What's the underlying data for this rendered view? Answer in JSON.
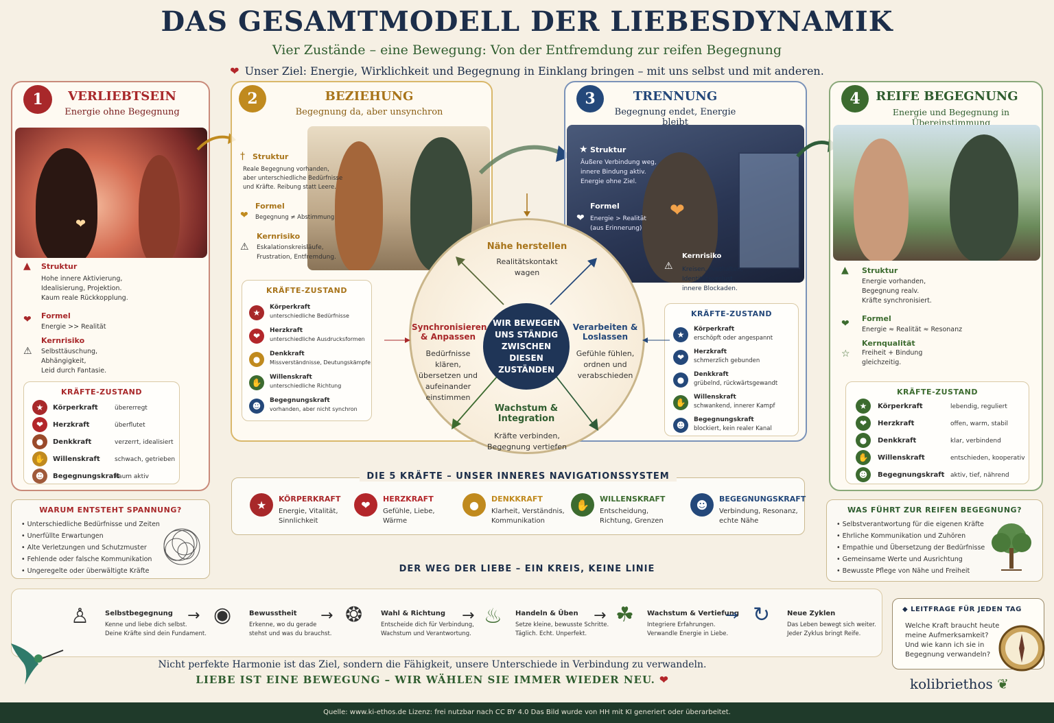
{
  "header": {
    "title": "DAS GESAMTMODELL DER LIEBESDYNAMIK",
    "subtitle": "Vier Zustände – eine Bewegung: Von der Entfremdung zur reifen Begegnung",
    "goal": "Unser Ziel: Energie, Wirklichkeit und Begegnung in Einklang bringen – mit uns selbst und mit anderen."
  },
  "colors": {
    "red": "#a8282a",
    "gold": "#c08a1e",
    "blue": "#24487a",
    "green": "#3c6b2f",
    "navy": "#1c2e4a"
  },
  "states": [
    {
      "num": "1",
      "title": "VERLIEBTSEIN",
      "sub": "Energie ohne Begegnung",
      "struktur_label": "Struktur",
      "struktur_text": [
        "Hohe innere Aktivierung,",
        "Idealisierung, Projektion.",
        "Kaum reale Rückkopplung."
      ],
      "formel_label": "Formel",
      "formel_text": "Energie >> Realität",
      "risiko_label": "Kernrisiko",
      "risiko_text": [
        "Selbsttäuschung,",
        "Abhängigkeit,",
        "Leid durch Fantasie."
      ],
      "kraefte_title": "KRÄFTE-ZUSTAND",
      "kraefte": [
        {
          "name": "Körperkraft",
          "value": "übererregt"
        },
        {
          "name": "Herzkraft",
          "value": "überflutet"
        },
        {
          "name": "Denkkraft",
          "value": "verzerrt, idealisiert"
        },
        {
          "name": "Willenskraft",
          "value": "schwach, getrieben"
        },
        {
          "name": "Begegnungskraft",
          "value": "kaum aktiv"
        }
      ]
    },
    {
      "num": "2",
      "title": "BEZIEHUNG",
      "sub": "Begegnung da, aber unsynchron",
      "struktur_label": "Struktur",
      "struktur_text": [
        "Reale Begegnung vorhanden,",
        "aber unterschiedliche Bedürfnisse",
        "und Kräfte. Reibung statt Leere."
      ],
      "formel_label": "Formel",
      "formel_text": "Begegnung ≠ Abstimmung",
      "risiko_label": "Kernrisiko",
      "risiko_text": [
        "Eskalationskreisläufe,",
        "Frustration, Entfremdung."
      ],
      "kraefte_title": "KRÄFTE-ZUSTAND",
      "kraefte": [
        {
          "name": "Körperkraft",
          "value": "unterschiedliche Bedürfnisse"
        },
        {
          "name": "Herzkraft",
          "value": "unterschiedliche Ausdrucksformen"
        },
        {
          "name": "Denkkraft",
          "value": "Missverständnisse, Deutungskämpfe"
        },
        {
          "name": "Willenskraft",
          "value": "unterschiedliche Richtung"
        },
        {
          "name": "Begegnungskraft",
          "value": "vorhanden, aber nicht synchron"
        }
      ]
    },
    {
      "num": "3",
      "title": "TRENNUNG",
      "sub": "Begegnung endet, Energie bleibt",
      "struktur_label": "Struktur",
      "struktur_text": [
        "Äußere Verbindung weg,",
        "innere Bindung aktiv.",
        "Energie ohne Ziel."
      ],
      "formel_label": "Formel",
      "formel_text": "Energie > Realität",
      "formel_text2": "(aus Erinnerung)",
      "risiko_label": "Kernrisiko",
      "risiko_text": [
        "Kreisen, Festhalten,",
        "Identitätsverlust,",
        "innere Blockaden."
      ],
      "kraefte_title": "KRÄFTE-ZUSTAND",
      "kraefte": [
        {
          "name": "Körperkraft",
          "value": "erschöpft oder angespannt"
        },
        {
          "name": "Herzkraft",
          "value": "schmerzlich gebunden"
        },
        {
          "name": "Denkkraft",
          "value": "grübelnd, rückwärtsgewandt"
        },
        {
          "name": "Willenskraft",
          "value": "schwankend, innerer Kampf"
        },
        {
          "name": "Begegnungskraft",
          "value": "blockiert, kein realer Kanal"
        }
      ]
    },
    {
      "num": "4",
      "title": "REIFE BEGEGNUNG",
      "sub": "Energie und Begegnung in Übereinstimmung",
      "struktur_label": "Struktur",
      "struktur_text": [
        "Energie vorhanden,",
        "Begegnung realv.",
        "Kräfte synchronisiert."
      ],
      "formel_label": "Formel",
      "formel_text": "Energie ≈ Realität ≈ Resonanz",
      "risiko_label": "Kernqualität",
      "risiko_text": [
        "Freiheit + Bindung",
        "gleichzeitig."
      ],
      "kraefte_title": "KRÄFTE-ZUSTAND",
      "kraefte": [
        {
          "name": "Körperkraft",
          "value": "lebendig, reguliert"
        },
        {
          "name": "Herzkraft",
          "value": "offen, warm, stabil"
        },
        {
          "name": "Denkkraft",
          "value": "klar, verbindend"
        },
        {
          "name": "Willenskraft",
          "value": "entschieden, kooperativ"
        },
        {
          "name": "Begegnungskraft",
          "value": "aktiv, tief, nährend"
        }
      ]
    }
  ],
  "center": {
    "core": "WIR BEWEGEN UNS STÄNDIG ZWISCHEN DIESEN ZUSTÄNDEN",
    "top_title": "Nähe herstellen",
    "top_body": "Realitätskontakt wagen",
    "left_title": "Synchronisieren & Anpassen",
    "left_body": "Bedürfnisse klären, übersetzen und aufeinander einstimmen",
    "right_title": "Verarbeiten & Loslassen",
    "right_body": "Gefühle fühlen, ordnen und verabschieden",
    "bottom_title": "Wachstum & Integration",
    "bottom_body": "Kräfte verbinden, Begegnung vertiefen"
  },
  "forces": {
    "title": "DIE 5 KRÄFTE – UNSER INNERES NAVIGATIONSSYSTEM",
    "items": [
      {
        "name": "KÖRPERKRAFT",
        "desc1": "Energie, Vitalität,",
        "desc2": "Sinnlichkeit",
        "color": "#a8282a"
      },
      {
        "name": "HERZKRAFT",
        "desc1": "Gefühle, Liebe,",
        "desc2": "Wärme",
        "color": "#b3262a"
      },
      {
        "name": "DENKKRAFT",
        "desc1": "Klarheit, Verständnis,",
        "desc2": "Kommunikation",
        "color": "#c08a1e"
      },
      {
        "name": "WILLENSKRAFT",
        "desc1": "Entscheidung,",
        "desc2": "Richtung, Grenzen",
        "color": "#3c6b2f"
      },
      {
        "name": "BEGEGNUNGSKRAFT",
        "desc1": "Verbindung, Resonanz,",
        "desc2": "echte Nähe",
        "color": "#24487a"
      }
    ]
  },
  "spannung": {
    "title": "WARUM ENTSTEHT SPANNUNG?",
    "items": [
      "Unterschiedliche Bedürfnisse und Zeiten",
      "Unerfüllte Erwartungen",
      "Alte Verletzungen und Schutzmuster",
      "Fehlende oder falsche Kommunikation",
      "Ungeregelte oder überwältigte Kräfte"
    ]
  },
  "reife": {
    "title": "WAS FÜHRT ZUR REIFEN BEGEGNUNG?",
    "items": [
      "Selbstverantwortung für die eigenen Kräfte",
      "Ehrliche Kommunikation und Zuhören",
      "Empathie und Übersetzung der Bedürfnisse",
      "Gemeinsame Werte und Ausrichtung",
      "Bewusste Pflege von Nähe und Freiheit"
    ]
  },
  "weg": {
    "title": "DER WEG DER LIEBE – EIN KREIS, KEINE LINIE",
    "steps": [
      {
        "title": "Selbstbegegnung",
        "t1": "Kenne und liebe dich selbst.",
        "t2": "Deine Kräfte sind dein Fundament.",
        "icon": "person-icon"
      },
      {
        "title": "Bewusstheit",
        "t1": "Erkenne, wo du gerade",
        "t2": "stehst und was du brauchst.",
        "icon": "eye-icon"
      },
      {
        "title": "Wahl & Richtung",
        "t1": "Entscheide dich für Verbindung,",
        "t2": "Wachstum und Verantwortung.",
        "icon": "compass-icon"
      },
      {
        "title": "Handeln & Üben",
        "t1": "Setze kleine, bewusste Schritte.",
        "t2": "Täglich. Echt. Unperfekt.",
        "icon": "watering-can-icon"
      },
      {
        "title": "Wachstum & Vertiefung",
        "t1": "Integriere Erfahrungen.",
        "t2": "Verwandle Energie in Liebe.",
        "icon": "sprout-icon"
      },
      {
        "title": "Neue Zyklen",
        "t1": "Das Leben bewegt sich weiter.",
        "t2": "Jeder Zyklus bringt Reife.",
        "icon": "cycle-icon"
      }
    ]
  },
  "leitfrage": {
    "title": "LEITFRAGE FÜR JEDEN TAG",
    "l1": "Welche Kraft braucht heute",
    "l2": "meine Aufmerksamkeit?",
    "l3": "Und wie kann ich sie in",
    "l4": "Begegnung verwandeln?"
  },
  "bottom": {
    "line1": "Nicht perfekte Harmonie ist das Ziel, sondern die Fähigkeit, unsere Unterschiede in Verbindung zu verwandeln.",
    "line2": "LIEBE IST EINE BEWEGUNG – WIR WÄHLEN SIE IMMER WIEDER NEU.",
    "brand": "kolibriethos"
  },
  "footer": "Quelle: www.ki-ethos.de Lizenz: frei nutzbar nach CC BY 4.0 Das Bild wurde von HH mit KI generiert oder überarbeitet."
}
